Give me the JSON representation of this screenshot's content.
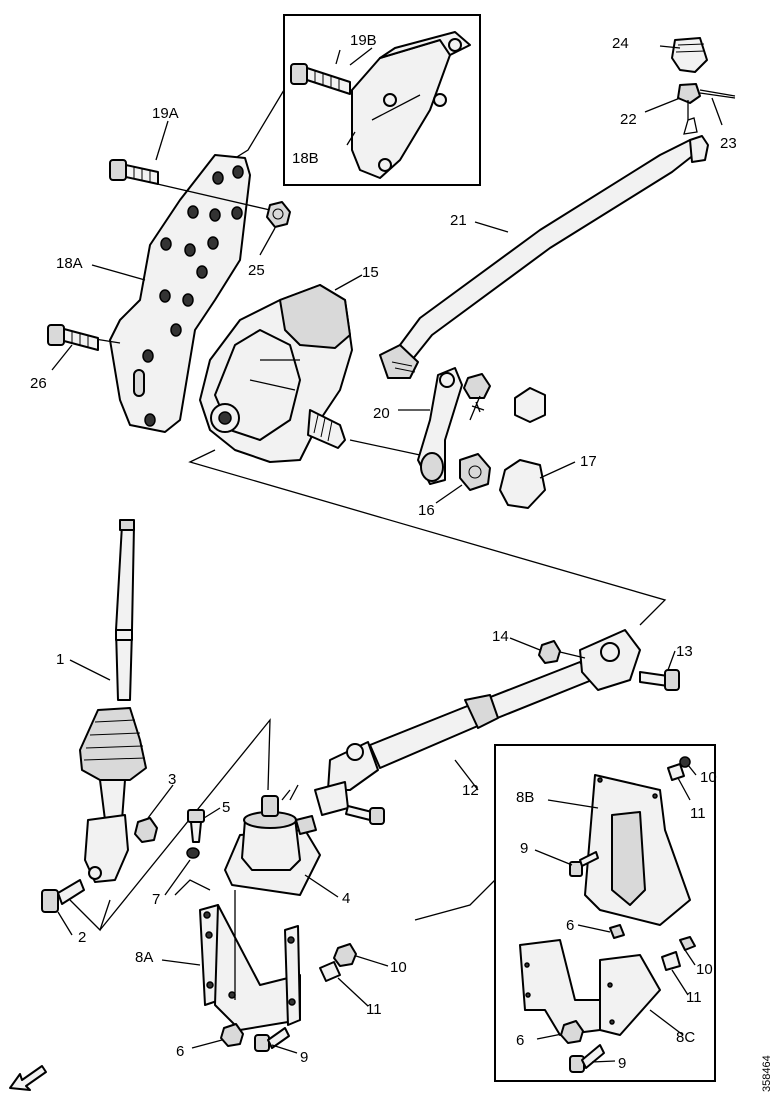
{
  "reference_number": "358464",
  "labels": {
    "p1": "1",
    "p2": "2",
    "p3": "3",
    "p4": "4",
    "p5": "5",
    "p6a": "6",
    "p6b": "6",
    "p6c": "6",
    "p7": "7",
    "p8a": "8A",
    "p8b": "8B",
    "p8c": "8C",
    "p9a": "9",
    "p9b": "9",
    "p9c": "9",
    "p10a": "10",
    "p10b": "10",
    "p10c": "10",
    "p11a": "11",
    "p11b": "11",
    "p11c": "11",
    "p12": "12",
    "p13": "13",
    "p14": "14",
    "p15": "15",
    "p16": "16",
    "p17": "17",
    "p18a": "18A",
    "p18b": "18B",
    "p19a": "19A",
    "p19b": "19B",
    "p20": "20",
    "p21": "21",
    "p22": "22",
    "p23": "23",
    "p24": "24",
    "p25": "25",
    "p26": "26"
  },
  "colors": {
    "stroke": "#000000",
    "fill_light": "#f2f2f2",
    "fill_mid": "#d9d9d9"
  },
  "icons": {
    "direction_arrow": "front-direction-arrow-icon"
  }
}
